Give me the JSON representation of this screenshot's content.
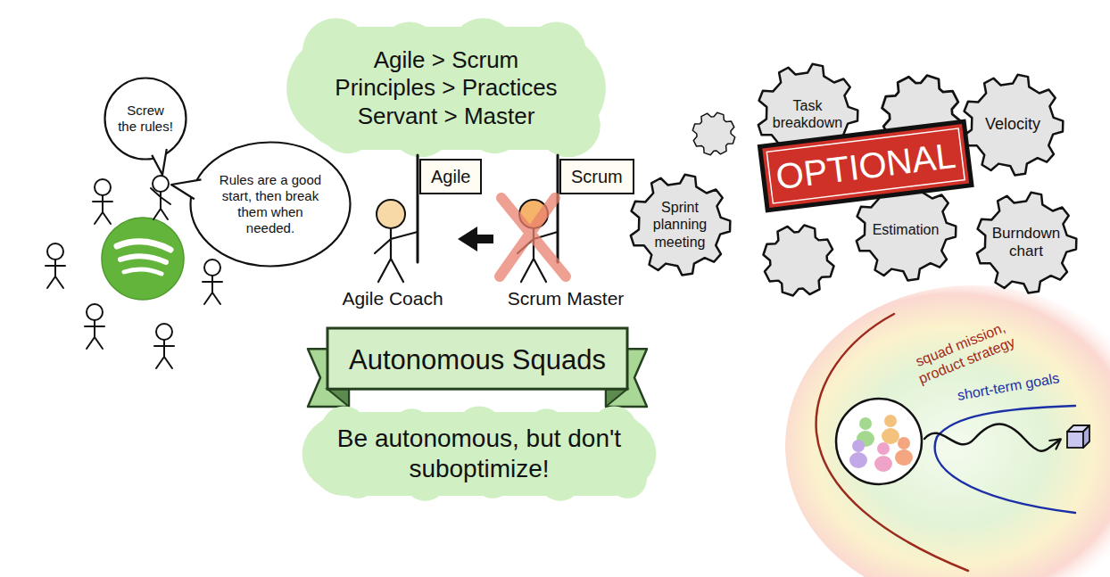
{
  "diagram": {
    "nodes": [
      {
        "text": [
          "Screw the rules!"
        ]
      },
      {
        "text": [
          "Rules are a good start, then break them when needed."
        ]
      },
      {
        "text": [
          "Agile > Scrum",
          "Principles > Practices",
          "Servant > Master"
        ]
      },
      {
        "text": [
          "Agile",
          "Agile Coach"
        ]
      },
      {
        "text": [
          "Scrum",
          "Scrum Master"
        ]
      },
      {
        "text": [
          "Autonomous Squads"
        ]
      },
      {
        "text": [
          "Be autonomous, but don't suboptimize!"
        ]
      },
      {
        "text": [
          "Sprint planning meeting"
        ]
      },
      {
        "text": [
          "Task breakdown"
        ]
      },
      {
        "text": [
          "OPTIONAL"
        ]
      },
      {
        "text": [
          "Velocity"
        ]
      },
      {
        "text": [
          "Estimation"
        ]
      },
      {
        "text": [
          "Burndown chart"
        ]
      }
    ],
    "edges": [
      {
        "from": 4,
        "to": 3,
        "arrow": "to"
      }
    ],
    "labels": [
      "squad mission, product strategy",
      "short-term goals"
    ]
  }
}
